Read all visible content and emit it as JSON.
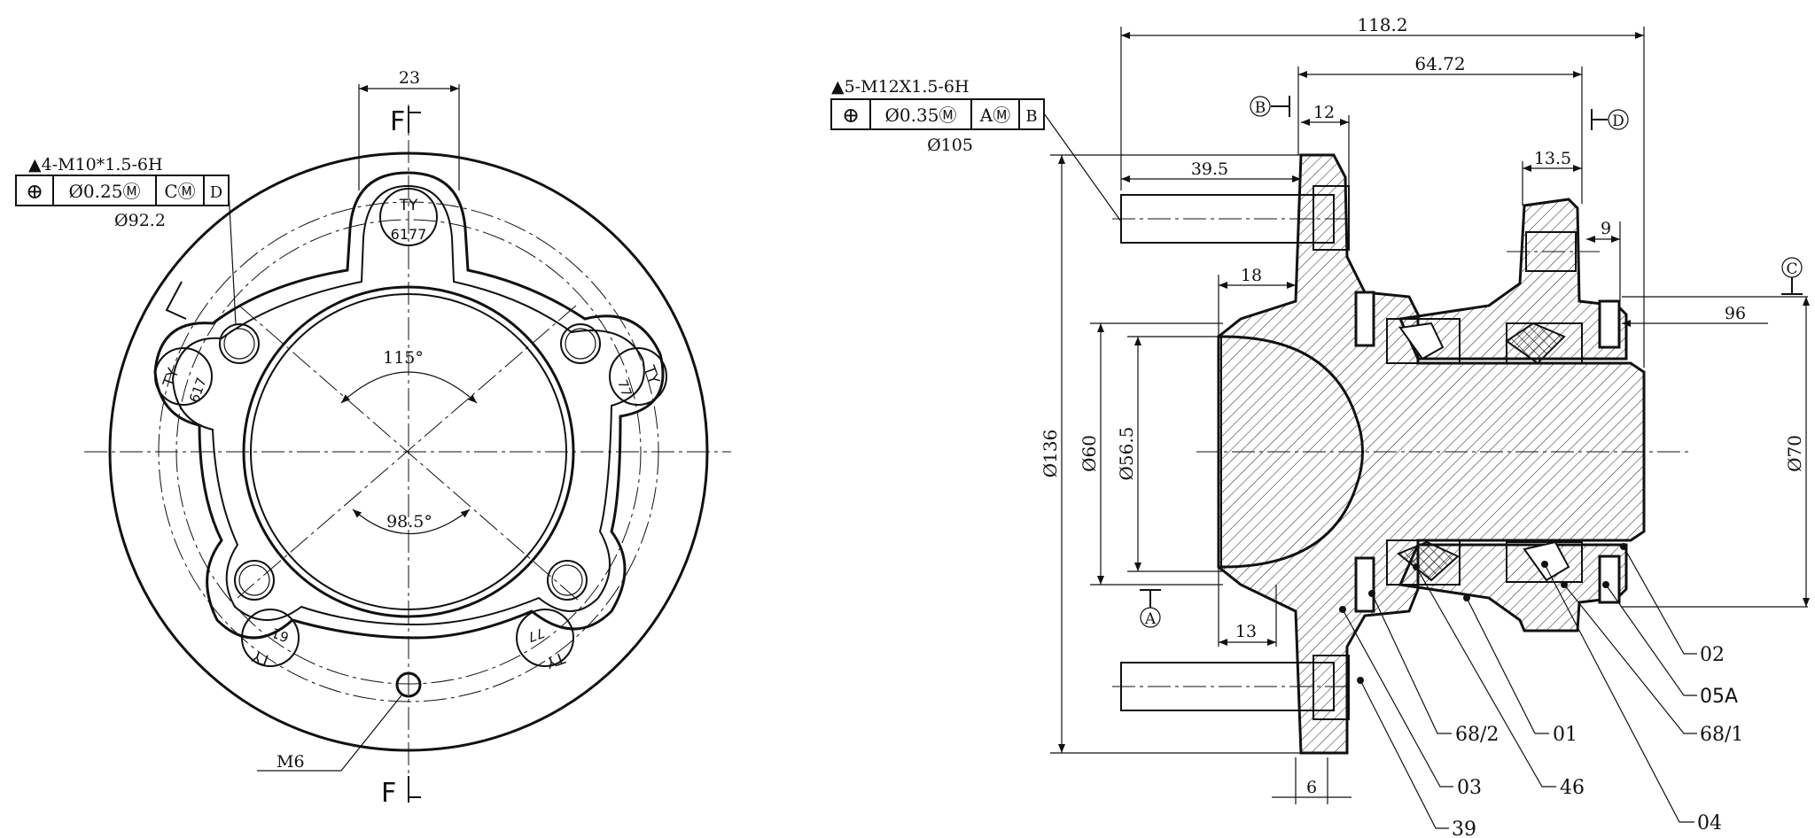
{
  "front_view": {
    "section_mark": "F",
    "dim_flange_width": "23",
    "angle_top": "115°",
    "angle_bottom": "98.5°",
    "thread_callout": "▲4-M10*1.5-6H",
    "tolerance_frame": [
      "⊕",
      "Ø0.25Ⓜ",
      "CⓂ",
      "D"
    ],
    "bolt_circle": "Ø92.2",
    "tab_mark_text": "TY",
    "tab_mark_number": "6177",
    "tab_mark_partial_left": "617",
    "tab_mark_partial_right": "77",
    "tab_mark_partial_bl": "61",
    "tab_mark_partial_br": "77",
    "small_hole": "M6"
  },
  "section_view": {
    "thread_callout": "▲5-M12X1.5-6H",
    "tolerance_frame": [
      "⊕",
      "Ø0.35Ⓜ",
      "AⓂ",
      "B"
    ],
    "bolt_circle": "Ø105",
    "datum_b": "B",
    "datum_d": "D",
    "datum_c": "C",
    "datum_a": "A",
    "dims": {
      "overall": "118.2",
      "hub": "64.72",
      "d12": "12",
      "d39_5": "39.5",
      "d13_5": "13.5",
      "d9": "9",
      "d18": "18",
      "d96": "96",
      "d13": "13",
      "d6": "6",
      "dia136": "Ø136",
      "dia60": "Ø60",
      "dia56_5": "Ø56.5",
      "dia70": "Ø70"
    },
    "part_numbers": {
      "p02": "02",
      "p05A": "05A",
      "p68_1": "68/1",
      "p04": "04",
      "p01": "01",
      "p68_2": "68/2",
      "p46": "46",
      "p03": "03",
      "p39": "39"
    }
  }
}
